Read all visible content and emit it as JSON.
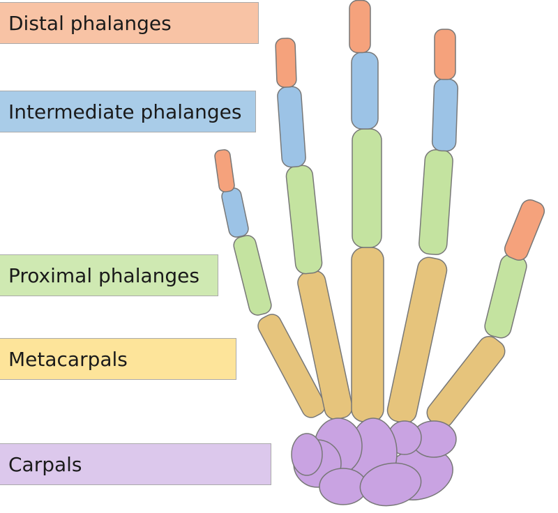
{
  "labels": {
    "distal": {
      "text": "Distal phalanges",
      "color": "#f8c3a5",
      "bone_color": "#f5a27c"
    },
    "intermediate": {
      "text": "Intermediate phalanges",
      "color": "#a9cce8",
      "bone_color": "#9cc3e6"
    },
    "proximal": {
      "text": "Proximal phalanges",
      "color": "#cfe9b2",
      "bone_color": "#c4e3a0"
    },
    "metacarpals": {
      "text": "Metacarpals",
      "color": "#fde49a",
      "bone_color": "#e6c47c"
    },
    "carpals": {
      "text": "Carpals",
      "color": "#dcc8ec",
      "bone_color": "#c9a3e2"
    }
  }
}
